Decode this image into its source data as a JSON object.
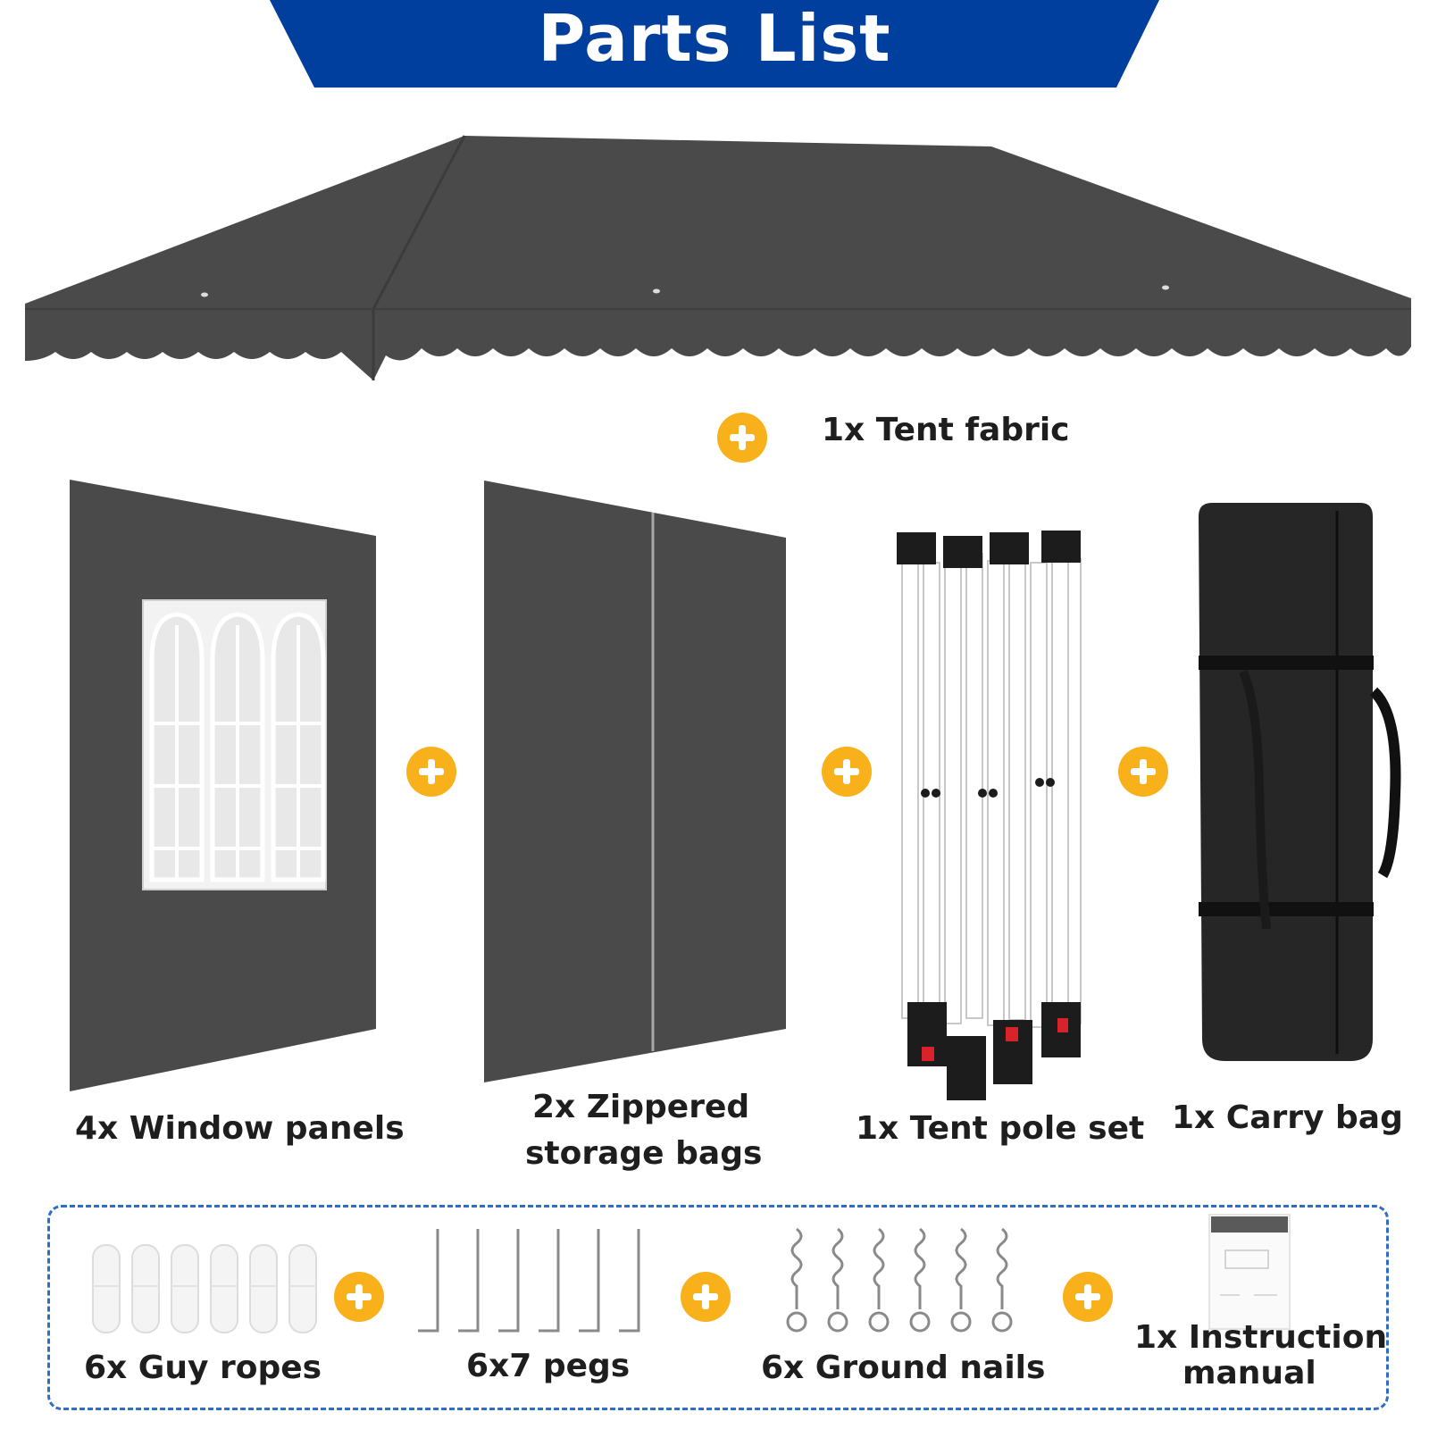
{
  "header": {
    "title": "Parts List",
    "banner_color": "#003f9e"
  },
  "colors": {
    "fabric": "#4a4a4a",
    "plus": "#f8b01b",
    "accessory_border": "#2f6ec4",
    "label_text": "#1e1e1e"
  },
  "icons": [
    "plus-icon"
  ],
  "parts": {
    "tent_fabric": "1x Tent fabric",
    "window_panels": "4x Window panels",
    "zippered_line1": "2x Zippered",
    "zippered_line2": "storage bags",
    "pole_set": "1x Tent pole set",
    "carry_bag": "1x Carry bag"
  },
  "accessories": {
    "guy_ropes": "6x Guy ropes",
    "pegs": "6x7 pegs",
    "ground_nails": "6x Ground nails",
    "manual_line1": "1x Instruction",
    "manual_line2": "manual"
  }
}
